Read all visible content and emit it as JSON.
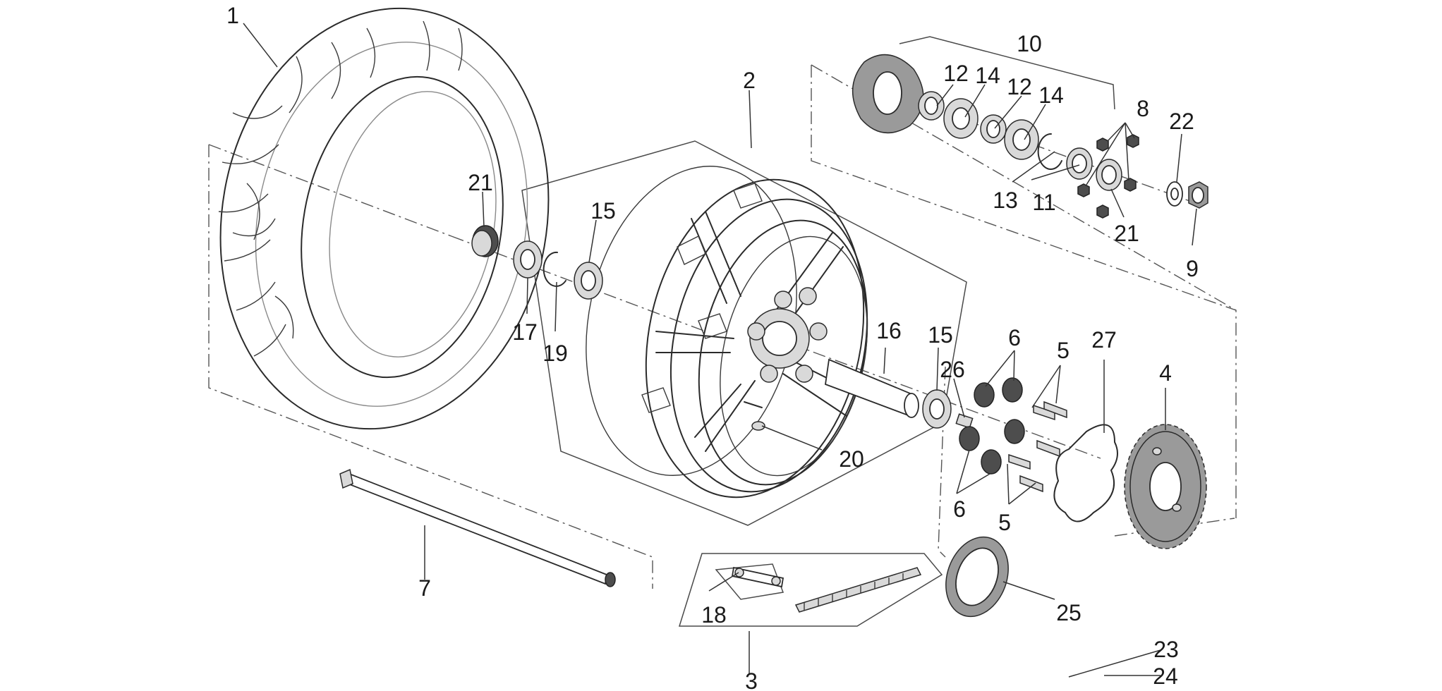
{
  "diagram": {
    "callouts": [
      {
        "id": "c1",
        "text": "1"
      },
      {
        "id": "c2",
        "text": "2"
      },
      {
        "id": "c3",
        "text": "3"
      },
      {
        "id": "c4",
        "text": "4"
      },
      {
        "id": "c5a",
        "text": "5"
      },
      {
        "id": "c5b",
        "text": "5"
      },
      {
        "id": "c6a",
        "text": "6"
      },
      {
        "id": "c6b",
        "text": "6"
      },
      {
        "id": "c7",
        "text": "7"
      },
      {
        "id": "c8",
        "text": "8"
      },
      {
        "id": "c9",
        "text": "9"
      },
      {
        "id": "c10",
        "text": "10"
      },
      {
        "id": "c11",
        "text": "11"
      },
      {
        "id": "c12a",
        "text": "12"
      },
      {
        "id": "c12b",
        "text": "12"
      },
      {
        "id": "c13",
        "text": "13"
      },
      {
        "id": "c14a",
        "text": "14"
      },
      {
        "id": "c14b",
        "text": "14"
      },
      {
        "id": "c15a",
        "text": "15"
      },
      {
        "id": "c15b",
        "text": "15"
      },
      {
        "id": "c16",
        "text": "16"
      },
      {
        "id": "c17",
        "text": "17"
      },
      {
        "id": "c18",
        "text": "18"
      },
      {
        "id": "c19",
        "text": "19"
      },
      {
        "id": "c20",
        "text": "20"
      },
      {
        "id": "c21a",
        "text": "21"
      },
      {
        "id": "c21b",
        "text": "21"
      },
      {
        "id": "c22",
        "text": "22"
      },
      {
        "id": "c23",
        "text": "23"
      },
      {
        "id": "c24",
        "text": "24"
      },
      {
        "id": "c25",
        "text": "25"
      },
      {
        "id": "c26",
        "text": "26"
      },
      {
        "id": "c27",
        "text": "27"
      }
    ]
  }
}
